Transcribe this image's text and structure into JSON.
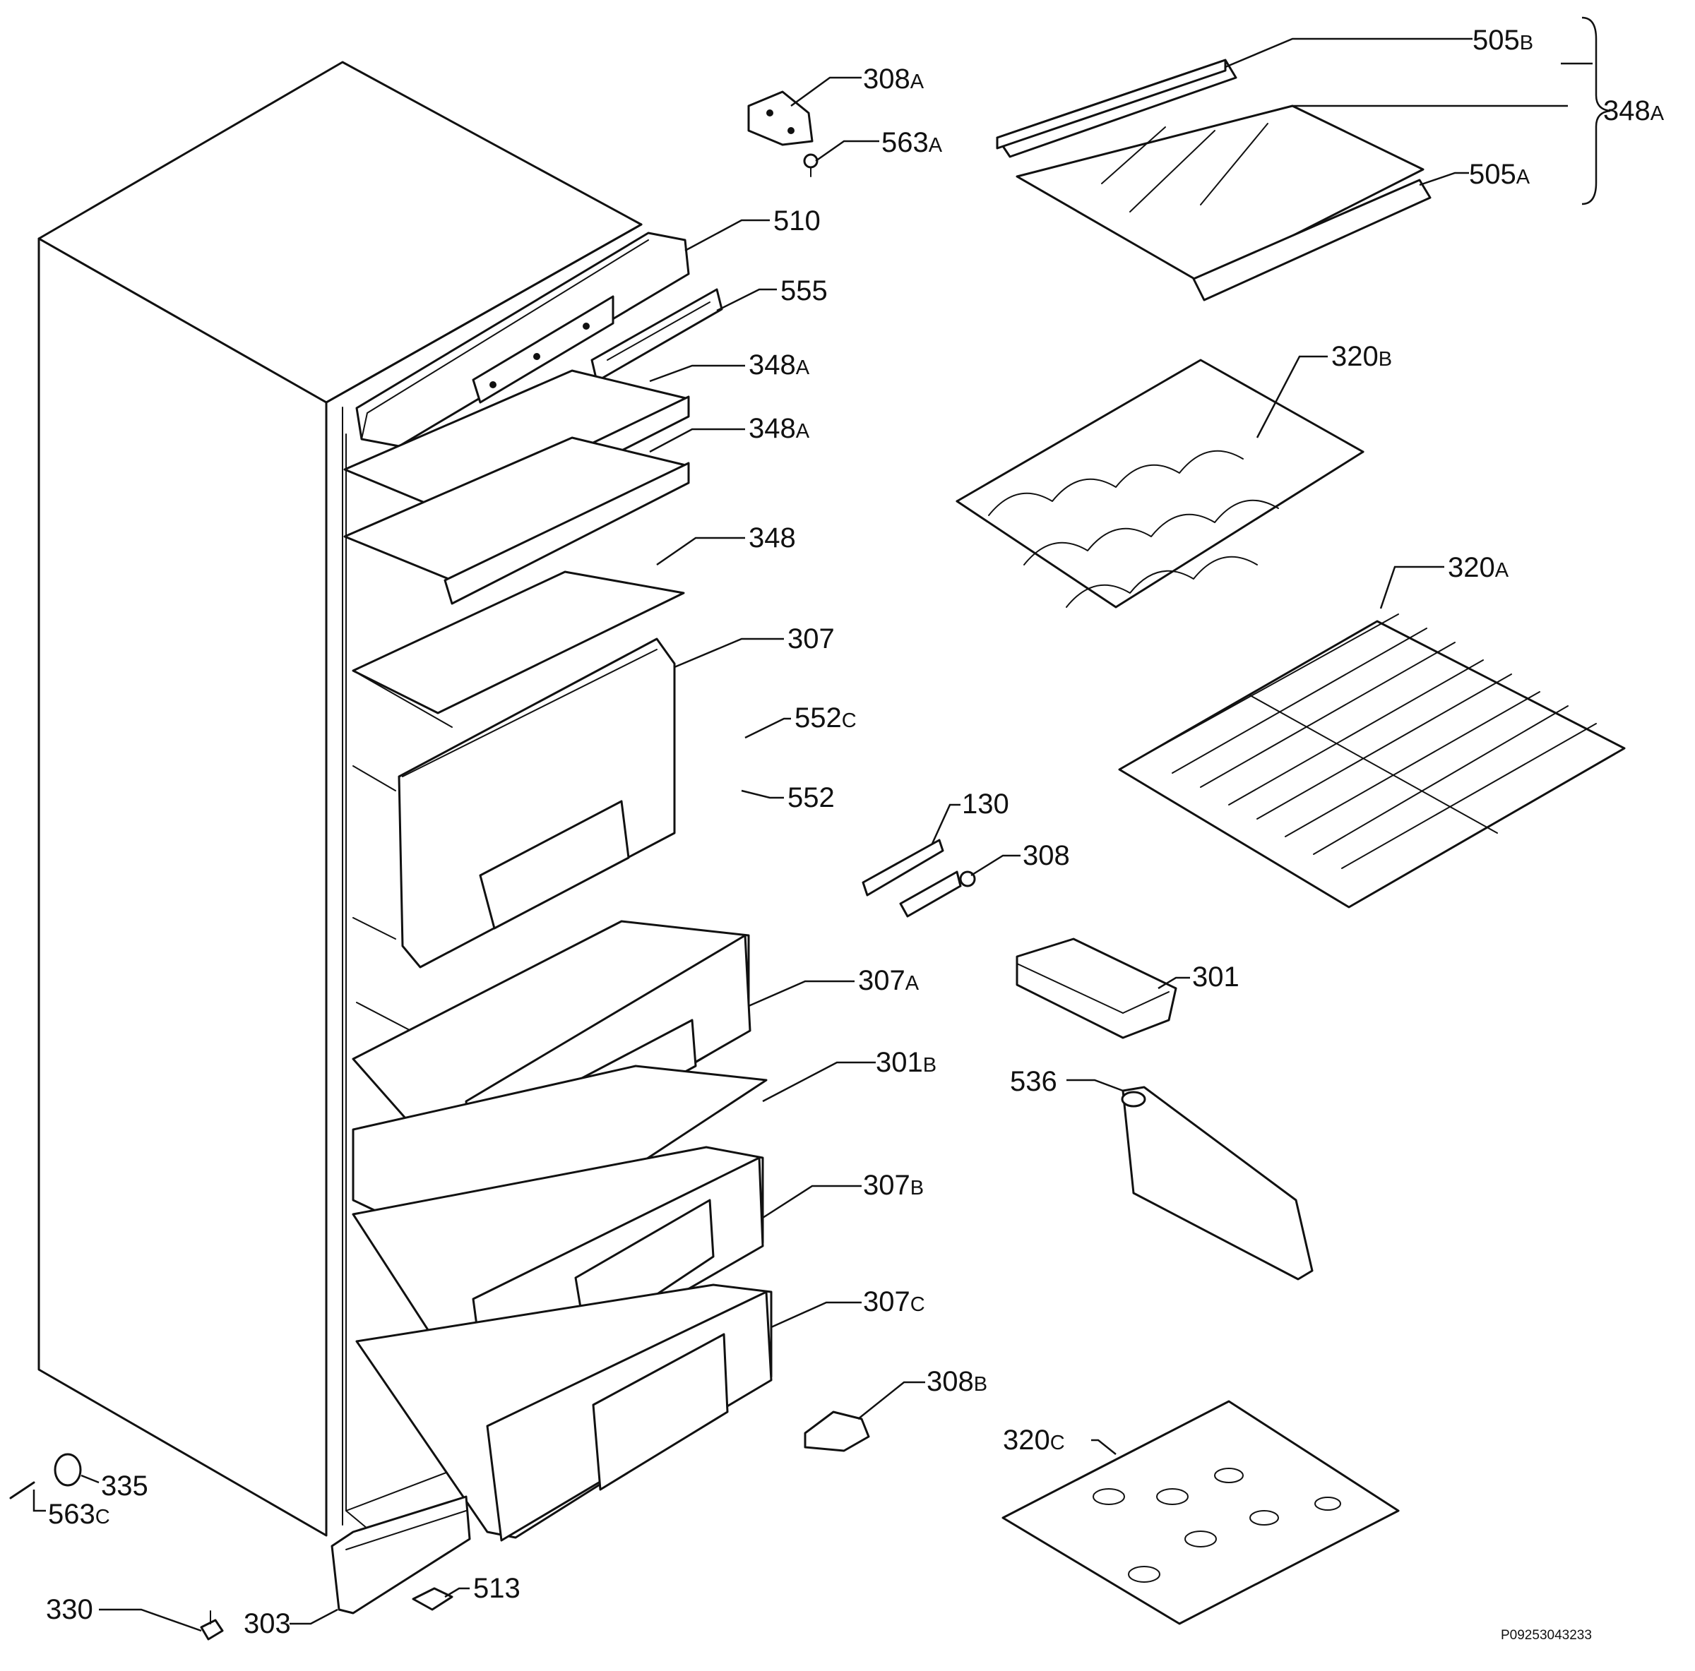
{
  "labels": {
    "l_505b": {
      "num": "505",
      "suffix": "B"
    },
    "l_348a_big": {
      "num": "348",
      "suffix": "A"
    },
    "l_505a": {
      "num": "505",
      "suffix": "A"
    },
    "l_308a": {
      "num": "308",
      "suffix": "A"
    },
    "l_563a": {
      "num": "563",
      "suffix": "A"
    },
    "l_510": {
      "num": "510",
      "suffix": ""
    },
    "l_555": {
      "num": "555",
      "suffix": ""
    },
    "l_348a_1": {
      "num": "348",
      "suffix": "A"
    },
    "l_348a_2": {
      "num": "348",
      "suffix": "A"
    },
    "l_348": {
      "num": "348",
      "suffix": ""
    },
    "l_320b": {
      "num": "320",
      "suffix": "B"
    },
    "l_320a": {
      "num": "320",
      "suffix": "A"
    },
    "l_307": {
      "num": "307",
      "suffix": ""
    },
    "l_552c": {
      "num": "552",
      "suffix": "C"
    },
    "l_552": {
      "num": "552",
      "suffix": ""
    },
    "l_130": {
      "num": "130",
      "suffix": ""
    },
    "l_308": {
      "num": "308",
      "suffix": ""
    },
    "l_307a": {
      "num": "307",
      "suffix": "A"
    },
    "l_301": {
      "num": "301",
      "suffix": ""
    },
    "l_301b": {
      "num": "301",
      "suffix": "B"
    },
    "l_536": {
      "num": "536",
      "suffix": ""
    },
    "l_307b": {
      "num": "307",
      "suffix": "B"
    },
    "l_307c": {
      "num": "307",
      "suffix": "C"
    },
    "l_308b": {
      "num": "308",
      "suffix": "B"
    },
    "l_320c": {
      "num": "320",
      "suffix": "C"
    },
    "l_335": {
      "num": "335",
      "suffix": ""
    },
    "l_563c": {
      "num": "563",
      "suffix": "C"
    },
    "l_330": {
      "num": "330",
      "suffix": ""
    },
    "l_303": {
      "num": "303",
      "suffix": ""
    },
    "l_513": {
      "num": "513",
      "suffix": ""
    }
  },
  "diagram_code": "P09253043233"
}
